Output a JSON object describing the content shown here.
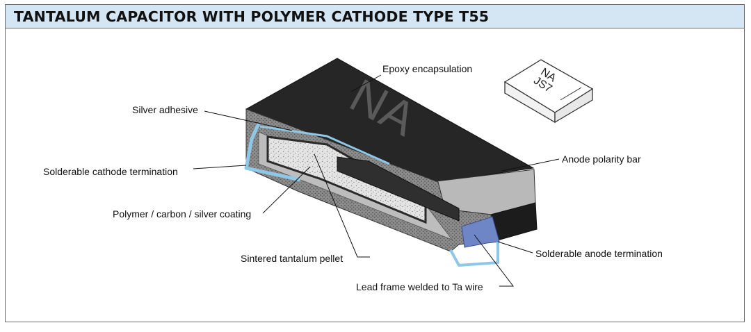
{
  "title": "TANTALUM CAPACITOR WITH POLYMER CATHODE TYPE T55",
  "labels": {
    "epoxy": "Epoxy encapsulation",
    "silver_adhesive": "Silver adhesive",
    "cathode_termination": "Solderable cathode termination",
    "polymer_coating": "Polymer / carbon / silver coating",
    "pellet": "Sintered tantalum pellet",
    "lead_frame": "Lead frame welded to Ta wire",
    "anode_termination": "Solderable anode termination",
    "polarity_bar": "Anode polarity bar"
  },
  "marking": {
    "body_code": "NA",
    "inset_code_line1": "NA",
    "inset_code_line2": "JS7"
  },
  "colors": {
    "header_bg": "#d4e6f4",
    "termination_blue": "#8fc8e6",
    "anode_blue": "#6f86c6",
    "epoxy_dark": "#222222",
    "polarity_grey": "#b9b9b9"
  }
}
